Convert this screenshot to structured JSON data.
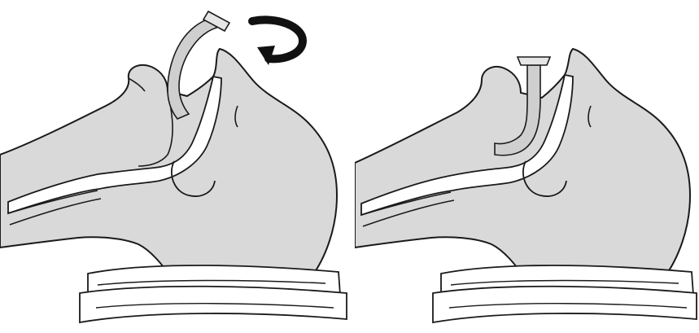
{
  "colors": {
    "background": "#ffffff",
    "skin": "#d9d9d9",
    "outline": "#1a1a1a",
    "airway": "#ffffff",
    "device": "#cfcfcf",
    "arrow": "#111111",
    "pillow": "#ffffff"
  },
  "panels": [
    {
      "id": "left",
      "step": "insertion-inverted",
      "icon": "rotate-arrow-icon"
    },
    {
      "id": "right",
      "step": "rotated-in-place"
    }
  ]
}
